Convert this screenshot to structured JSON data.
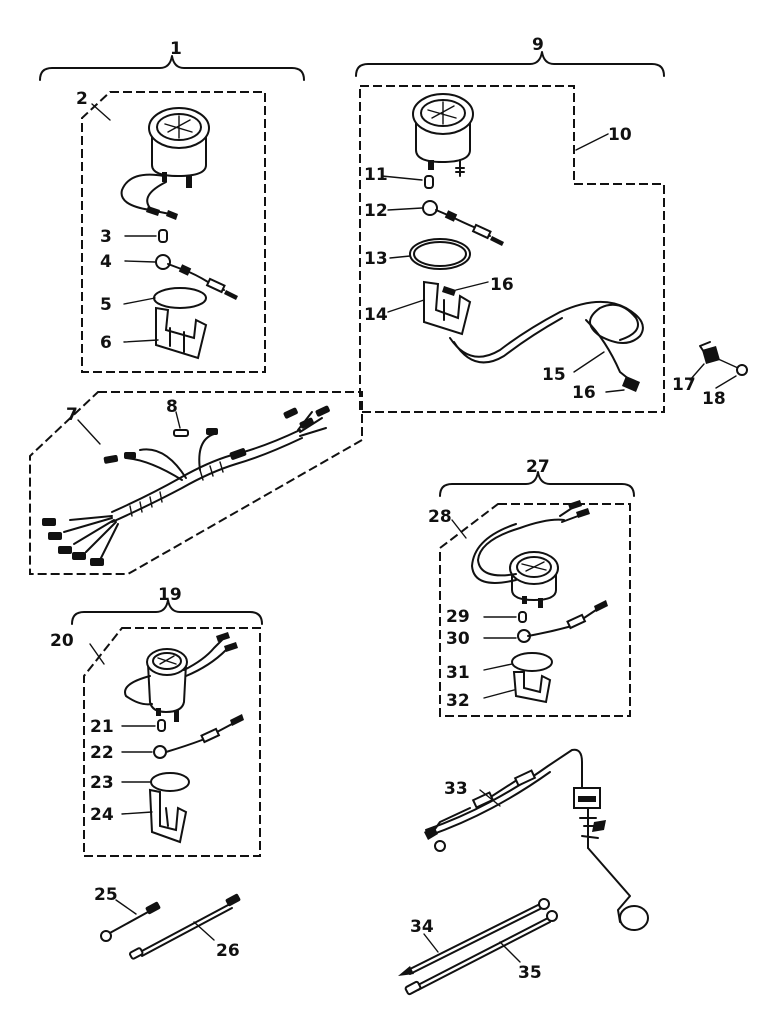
{
  "labels": {
    "l1": "1",
    "l2": "2",
    "l3": "3",
    "l4": "4",
    "l5": "5",
    "l6": "6",
    "l7": "7",
    "l8": "8",
    "l9": "9",
    "l10": "10",
    "l11": "11",
    "l12": "12",
    "l13": "13",
    "l14": "14",
    "l15": "15",
    "l16a": "16",
    "l16b": "16",
    "l17": "17",
    "l18": "18",
    "l19": "19",
    "l20": "20",
    "l21": "21",
    "l22": "22",
    "l23": "23",
    "l24": "24",
    "l25": "25",
    "l26": "26",
    "l27": "27",
    "l28": "28",
    "l29": "29",
    "l30": "30",
    "l31": "31",
    "l32": "32",
    "l33": "33",
    "l34": "34",
    "l35": "35"
  }
}
